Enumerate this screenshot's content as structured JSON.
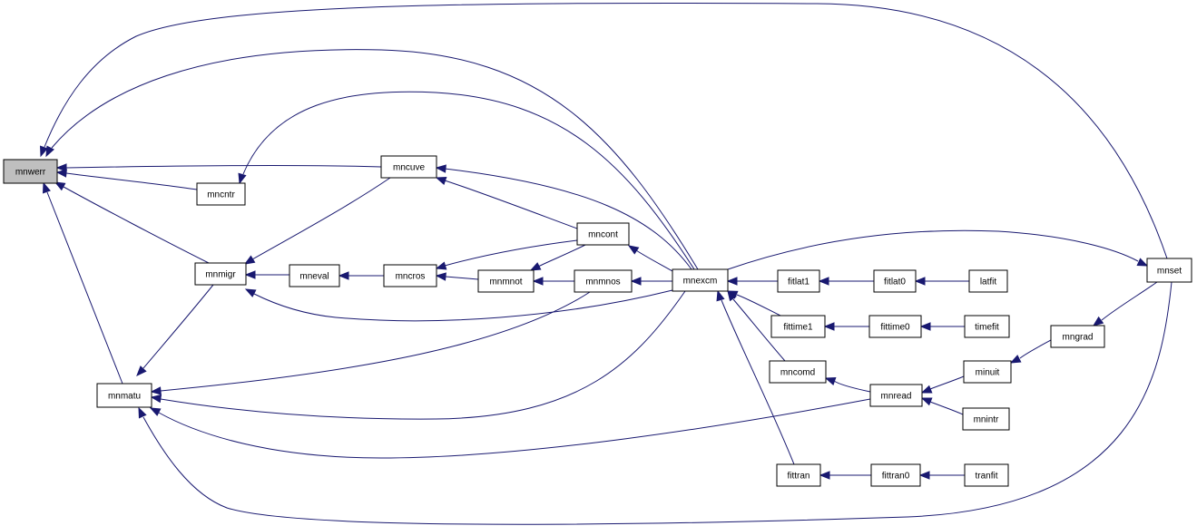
{
  "colors": {
    "node_fill": "#ffffff",
    "highlight_fill": "#bfbfbf",
    "border": "#000000",
    "edge": "#191970",
    "background": "#ffffff"
  },
  "graph": {
    "direction": "callers-to-left",
    "nodes": [
      {
        "id": "mnwerr",
        "label": "mnwerr",
        "highlighted": true
      },
      {
        "id": "mncntr",
        "label": "mncntr"
      },
      {
        "id": "mncuve",
        "label": "mncuve"
      },
      {
        "id": "mnmigr",
        "label": "mnmigr"
      },
      {
        "id": "mneval",
        "label": "mneval"
      },
      {
        "id": "mncros",
        "label": "mncros"
      },
      {
        "id": "mncont",
        "label": "mncont"
      },
      {
        "id": "mnmnot",
        "label": "mnmnot"
      },
      {
        "id": "mnmnos",
        "label": "mnmnos"
      },
      {
        "id": "mnexcm",
        "label": "mnexcm"
      },
      {
        "id": "mnmatu",
        "label": "mnmatu"
      },
      {
        "id": "fitlat1",
        "label": "fitlat1"
      },
      {
        "id": "fitlat0",
        "label": "fitlat0"
      },
      {
        "id": "latfit",
        "label": "latfit"
      },
      {
        "id": "fittime1",
        "label": "fittime1"
      },
      {
        "id": "fittime0",
        "label": "fittime0"
      },
      {
        "id": "timefit",
        "label": "timefit"
      },
      {
        "id": "mncomd",
        "label": "mncomd"
      },
      {
        "id": "mnread",
        "label": "mnread"
      },
      {
        "id": "minuit",
        "label": "minuit"
      },
      {
        "id": "mnintr",
        "label": "mnintr"
      },
      {
        "id": "mngrad",
        "label": "mngrad"
      },
      {
        "id": "mnset",
        "label": "mnset"
      },
      {
        "id": "fittran",
        "label": "fittran"
      },
      {
        "id": "fittran0",
        "label": "fittran0"
      },
      {
        "id": "tranfit",
        "label": "tranfit"
      }
    ],
    "edges": [
      {
        "from": "mncntr",
        "to": "mnwerr"
      },
      {
        "from": "mncuve",
        "to": "mnwerr"
      },
      {
        "from": "mnmigr",
        "to": "mnwerr"
      },
      {
        "from": "mnmatu",
        "to": "mnwerr"
      },
      {
        "from": "mnexcm",
        "to": "mnwerr"
      },
      {
        "from": "mnset",
        "to": "mnwerr"
      },
      {
        "from": "mnexcm",
        "to": "mncntr"
      },
      {
        "from": "mncuve",
        "to": "mnmigr"
      },
      {
        "from": "mncont",
        "to": "mncuve"
      },
      {
        "from": "mnexcm",
        "to": "mncuve"
      },
      {
        "from": "mneval",
        "to": "mnmigr"
      },
      {
        "from": "mnexcm",
        "to": "mnmigr"
      },
      {
        "from": "mnmigr",
        "to": "mnmatu"
      },
      {
        "from": "mncros",
        "to": "mneval"
      },
      {
        "from": "mncont",
        "to": "mncros"
      },
      {
        "from": "mnmnot",
        "to": "mncros"
      },
      {
        "from": "mncont",
        "to": "mnmnot"
      },
      {
        "from": "mnexcm",
        "to": "mncont"
      },
      {
        "from": "mnmnos",
        "to": "mnmnot"
      },
      {
        "from": "mnmnos",
        "to": "mnmatu"
      },
      {
        "from": "mnexcm",
        "to": "mnmnos"
      },
      {
        "from": "mnexcm",
        "to": "mnmatu"
      },
      {
        "from": "mnread",
        "to": "mnmatu"
      },
      {
        "from": "mnset",
        "to": "mnmatu"
      },
      {
        "from": "fitlat1",
        "to": "mnexcm"
      },
      {
        "from": "fittime1",
        "to": "mnexcm"
      },
      {
        "from": "mncomd",
        "to": "mnexcm"
      },
      {
        "from": "fittran",
        "to": "mnexcm"
      },
      {
        "from": "mnexcm",
        "to": "mnset"
      },
      {
        "from": "fitlat0",
        "to": "fitlat1"
      },
      {
        "from": "latfit",
        "to": "fitlat0"
      },
      {
        "from": "fittime0",
        "to": "fittime1"
      },
      {
        "from": "timefit",
        "to": "fittime0"
      },
      {
        "from": "mnread",
        "to": "mncomd"
      },
      {
        "from": "minuit",
        "to": "mnread"
      },
      {
        "from": "mnintr",
        "to": "mnread"
      },
      {
        "from": "mngrad",
        "to": "minuit"
      },
      {
        "from": "mnset",
        "to": "mngrad"
      },
      {
        "from": "fittran0",
        "to": "fittran"
      },
      {
        "from": "tranfit",
        "to": "fittran0"
      }
    ]
  }
}
